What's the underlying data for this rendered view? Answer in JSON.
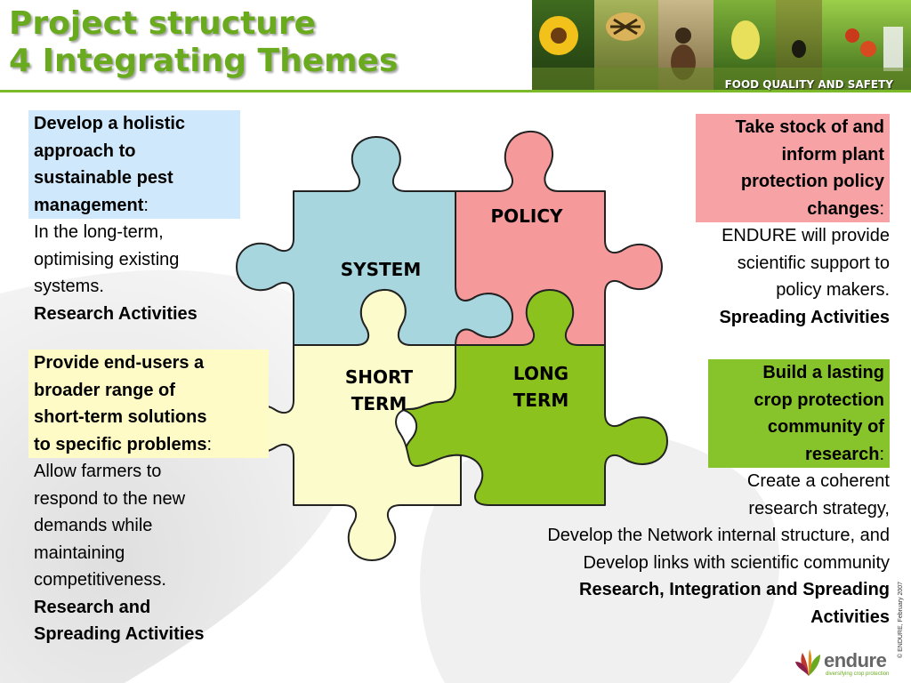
{
  "slide": {
    "title_line1": "Project structure",
    "title_line2": "4 Integrating Themes",
    "tagline": "FOOD QUALITY AND SAFETY"
  },
  "colors": {
    "accent_green": "#6aaa1f",
    "system_blue": "#a8d6de",
    "policy_pink": "#f6999b",
    "short_term_yellow": "#fcfbcb",
    "long_term_green": "#8bc21e"
  },
  "puzzle": {
    "system_label": "SYSTEM",
    "policy_label": "POLICY",
    "short_term_line1": "SHORT",
    "short_term_line2": "TERM",
    "long_term_line1": "LONG",
    "long_term_line2": "TERM"
  },
  "system_theme": {
    "heading_lines": [
      "Develop a holistic",
      "approach to",
      "sustainable pest",
      "management"
    ],
    "heading_suffix": ":",
    "body_lines": [
      "In the long-term,",
      "optimising existing",
      "systems."
    ],
    "activities": "Research Activities"
  },
  "short_term_theme": {
    "heading_lines": [
      "Provide end-users a",
      "broader range of",
      "short-term solutions",
      "to specific problems"
    ],
    "heading_suffix": ":",
    "body_lines": [
      "Allow farmers to",
      "respond to the new",
      "demands while",
      "maintaining",
      "competitiveness."
    ],
    "activities_lines": [
      "Research and",
      "Spreading Activities"
    ]
  },
  "policy_theme": {
    "heading_lines": [
      "Take stock of and",
      "inform plant",
      "protection policy",
      "changes"
    ],
    "heading_suffix": ":",
    "body_lines": [
      "ENDURE will provide",
      "scientific support to",
      "policy makers."
    ],
    "activities": "Spreading Activities"
  },
  "long_term_theme": {
    "heading_lines": [
      "Build a lasting",
      "crop protection",
      "community of",
      "research"
    ],
    "heading_suffix": ":",
    "body_lines": [
      "Create a coherent",
      "research strategy,",
      "Develop the Network internal structure, and",
      "Develop links with scientific community"
    ],
    "activities_lines": [
      "Research, Integration and Spreading",
      "Activities"
    ]
  },
  "footer": {
    "copyright": "© ENDURE, February 2007",
    "logo_word": "endure",
    "logo_tagline": "diversifying crop protection"
  }
}
